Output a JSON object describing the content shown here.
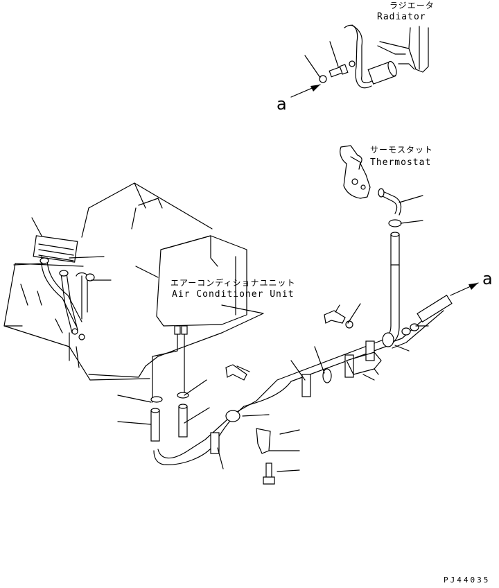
{
  "labels": {
    "radiator_jp": "ラジエータ",
    "radiator_en": "Radiator",
    "thermostat_jp": "サーモスタット",
    "thermostat_en": "Thermostat",
    "aircon_jp": "エアーコンディショナユニット",
    "aircon_en": "Air Conditioner Unit",
    "arrow_a_top": "a",
    "arrow_a_right": "a",
    "drawing_code": "PJ44035"
  }
}
